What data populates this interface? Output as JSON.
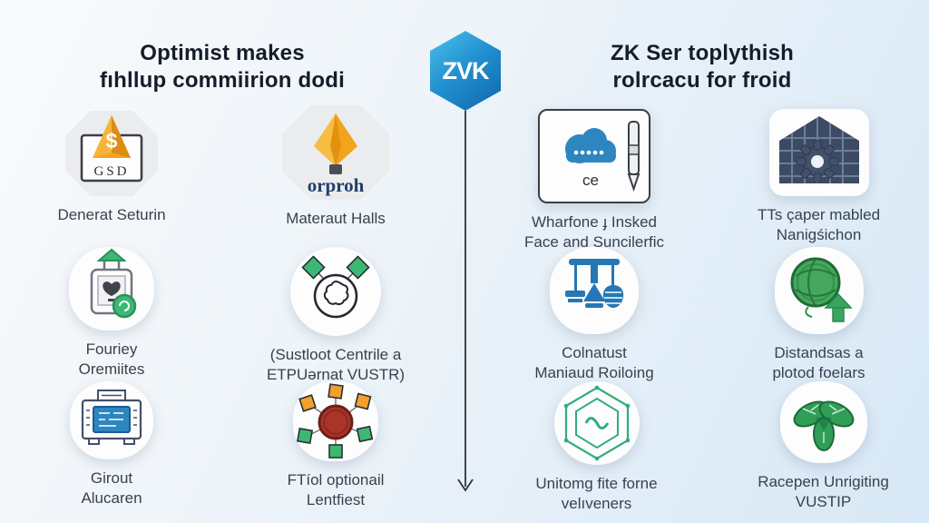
{
  "center": {
    "badge_text": "ZVK"
  },
  "left_section": {
    "title": "Optimist makes\nfıhllup commiirion dodi",
    "items": [
      {
        "icon": "dollar-pyramid-icon",
        "icon_text": "GSD",
        "label": "Denerat Seturin"
      },
      {
        "icon": "lightbulb-icon",
        "icon_text": "orproh",
        "label": "Materaut Halls"
      },
      {
        "icon": "sealed-package-icon",
        "label": "Fouriey\nOremiites"
      },
      {
        "icon": "diamond-blob-icon",
        "label": "(Sustloot Centrile a\nETPUərnat VUSTR)"
      },
      {
        "icon": "terminal-device-icon",
        "label": "Girout\nAlucaren"
      },
      {
        "icon": "radial-nodes-icon",
        "label": "FTíol optionail\nLentfiest"
      }
    ]
  },
  "right_section": {
    "title": "ZK Ser toplythish\nrolrcacu for froid",
    "items": [
      {
        "icon": "cloud-password-icon",
        "icon_text": "ce",
        "label": "Wharfone ɟ Insked\nFace and Suncilerfic"
      },
      {
        "icon": "house-gear-icon",
        "label": "TTs çaper mabled\nNanigśichon"
      },
      {
        "icon": "balance-scale-icon",
        "label": "Colnatust\nManiaud Roiloing"
      },
      {
        "icon": "globe-arrow-icon",
        "label": "Distandsas a\nplotod foelars"
      },
      {
        "icon": "hexagon-wave-icon",
        "label": "Unitomg fite forne\nvelıveners"
      },
      {
        "icon": "trefoil-gem-icon",
        "label": "Racepen Unrigiting\nVUSTIP"
      }
    ]
  },
  "colors": {
    "background_start": "#f9fafb",
    "background_end": "#d7e8f6",
    "badge_gradient_top": "#4ec1ea",
    "badge_gradient_bottom": "#0f66ab",
    "accent_blue": "#2e86c1",
    "accent_green": "#3cb874",
    "accent_orange": "#f2a41f",
    "accent_red": "#a93428",
    "title_color": "#151d2a",
    "label_color": "#39414e"
  }
}
